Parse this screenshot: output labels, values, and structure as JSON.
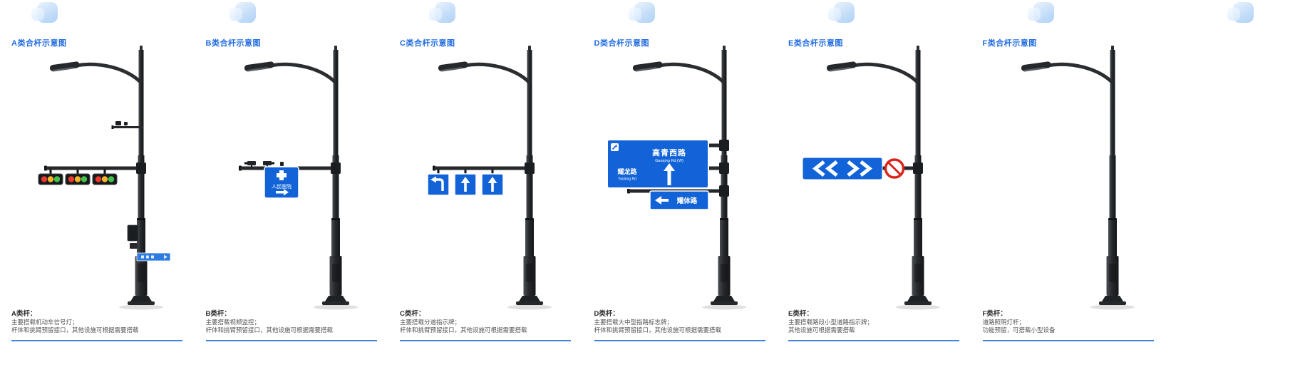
{
  "panels": [
    {
      "id": "A",
      "title": "A类合杆示意图",
      "label": "A类杆：",
      "desc1": "主要搭载机动车信号灯；",
      "desc2": "杆体和挑臂预留接口，其他设施可根据需要搭载"
    },
    {
      "id": "B",
      "title": "B类合杆示意图",
      "label": "B类杆：",
      "desc1": "主要搭载视频监控；",
      "desc2": "杆体和挑臂预留接口，其他设施可根据需要搭载"
    },
    {
      "id": "C",
      "title": "C类合杆示意图",
      "label": "C类杆：",
      "desc1": "主要搭载分道指示牌；",
      "desc2": "杆体和挑臂预留接口，其他设施可根据需要搭载"
    },
    {
      "id": "D",
      "title": "D类合杆示意图",
      "label": "D类杆：",
      "desc1": "主要搭载大中型指路标志牌；",
      "desc2": "杆体和挑臂预留接口，其他设施可根据需要搭载"
    },
    {
      "id": "E",
      "title": "E类合杆示意图",
      "label": "E类杆：",
      "desc1": "主要搭载路段小型道路指示牌；",
      "desc2": "其他设施可根据需要搭载"
    },
    {
      "id": "F",
      "title": "F类合杆示意图",
      "label": "F类杆：",
      "desc1": "道路照明灯杆；",
      "desc2": "功能预留，可搭载小型设备"
    }
  ],
  "signs": {
    "hospital": {
      "name": "人民医院"
    },
    "guide": {
      "main_road": "高青西路",
      "main_road_en": "Gaoqing Rd.(W)",
      "left_road": "耀龙路",
      "left_road_en": "Yaolong Rd",
      "sub_road": "耀体路"
    }
  },
  "colors": {
    "title_blue": "#1f6be0",
    "underline_blue": "#3d85e0",
    "sign_blue": "#1263d8",
    "prohibit_red": "#d8261c",
    "pole_dark": "#26292c",
    "deco_blue": "#c3ddf8"
  }
}
